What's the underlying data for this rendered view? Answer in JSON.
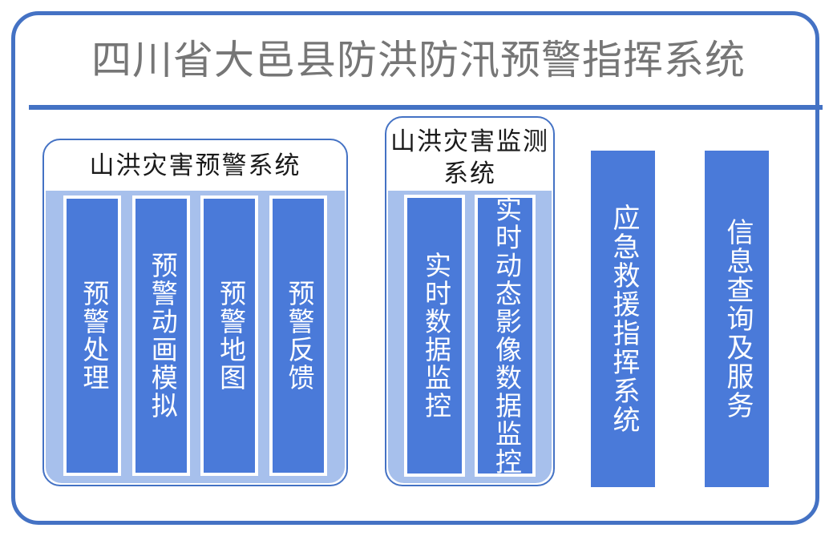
{
  "header": {
    "title": "四川省大邑县防洪防汛预警指挥系统",
    "title_color": "#767676",
    "divider_color": "#4472C4"
  },
  "theme": {
    "frame_border": "#4472C4",
    "card_fill": "#4A7AD9",
    "card_band": "#A7C0EC",
    "card_border": "#FFFFFF",
    "card_text": "#FFFFFF",
    "group_title_text": "#1A1A1A"
  },
  "groups": [
    {
      "id": "group-warning",
      "title": "山洪灾害预警系统",
      "cards": [
        {
          "label": "预警处理"
        },
        {
          "label": "预警动画模拟"
        },
        {
          "label": "预警地图"
        },
        {
          "label": "预警反馈"
        }
      ]
    },
    {
      "id": "group-monitor",
      "title": "山洪灾害监测系统",
      "cards": [
        {
          "label": "实时数据监控"
        },
        {
          "label": "实时动态影像数据监控"
        }
      ]
    }
  ],
  "standalone_cards": [
    {
      "id": "card-emergency",
      "label": "应急救援指挥系统"
    },
    {
      "id": "card-info",
      "label": "信息查询及服务"
    }
  ]
}
